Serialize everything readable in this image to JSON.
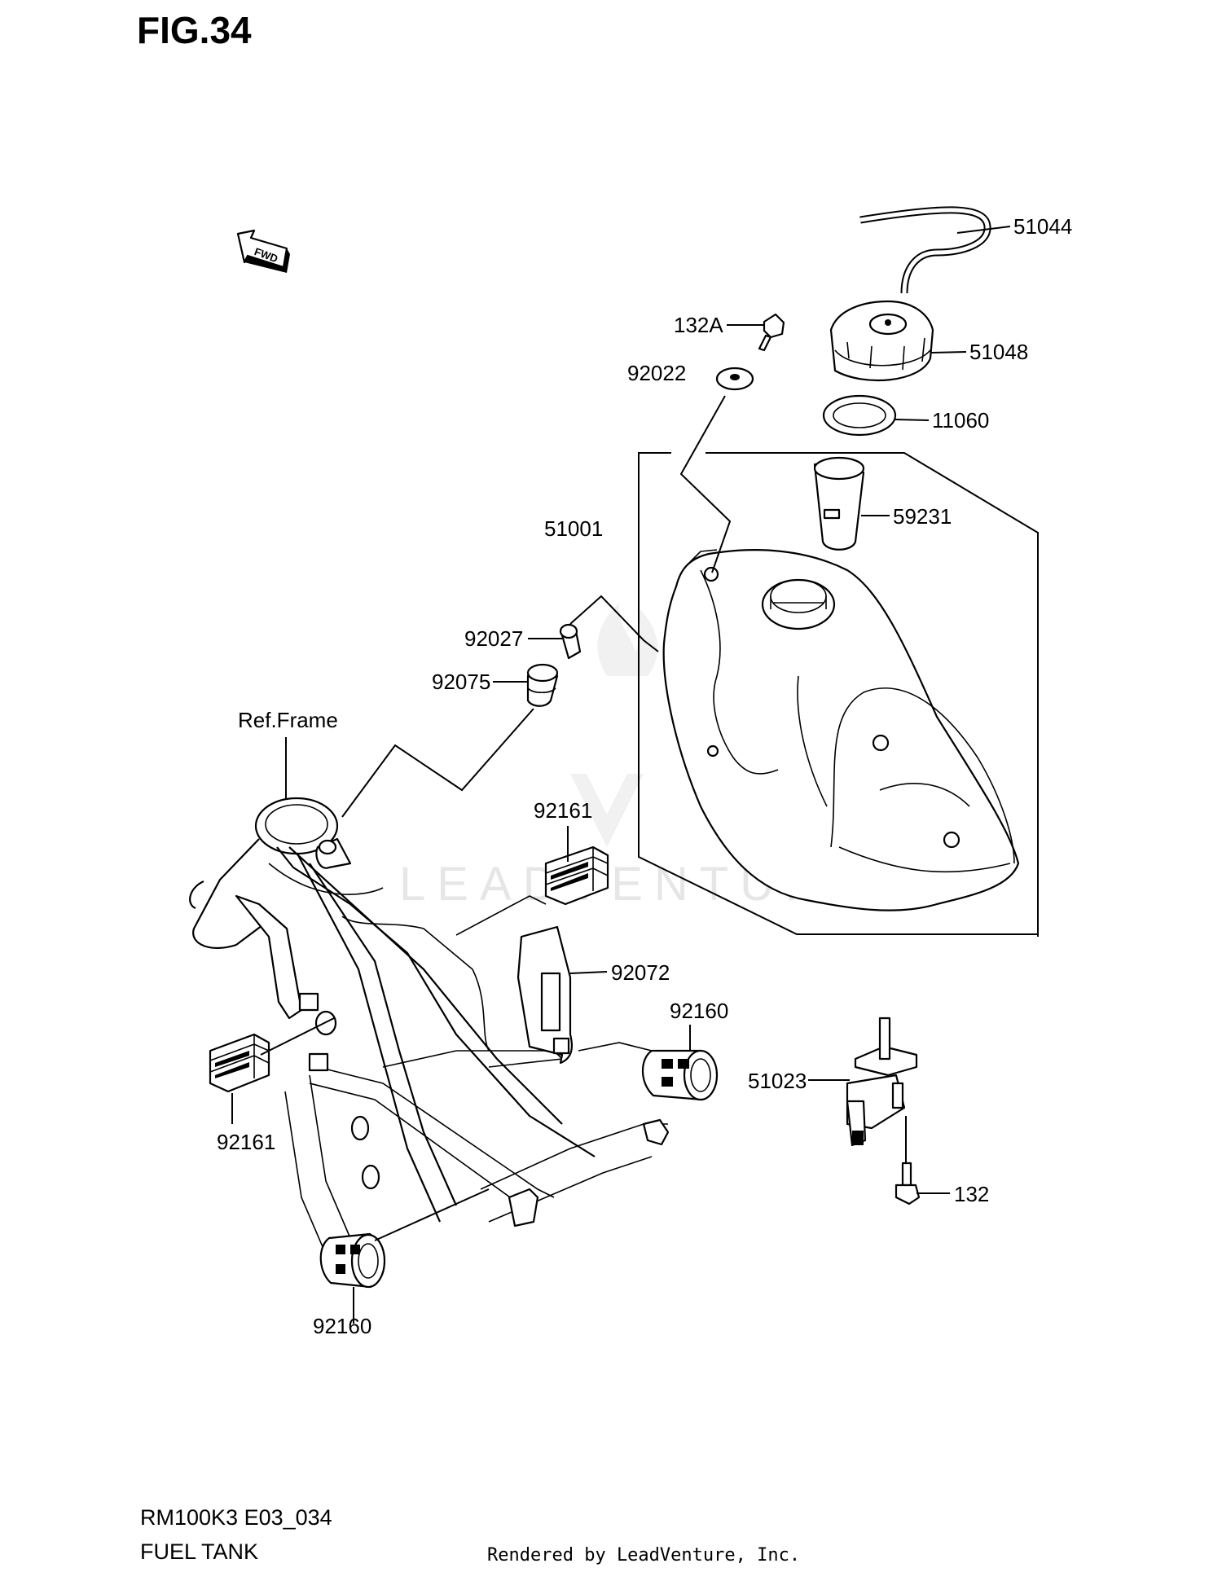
{
  "figure": {
    "title": "FIG.34",
    "fwd_label": "FWD",
    "ref_frame_label": "Ref.Frame",
    "watermark": "LEADVENTURE"
  },
  "parts": {
    "p51044": "51044",
    "p51048": "51048",
    "p11060": "11060",
    "p132A": "132A",
    "p92022": "92022",
    "p59231": "59231",
    "p51001": "51001",
    "p92027": "92027",
    "p92075": "92075",
    "p92161_top": "92161",
    "p92072": "92072",
    "p92160_right": "92160",
    "p51023": "51023",
    "p92161_left": "92161",
    "p132": "132",
    "p92160_bottom": "92160"
  },
  "footer": {
    "code": "RM100K3 E03_034",
    "name": "FUEL TANK",
    "credit": "Rendered by LeadVenture, Inc."
  }
}
